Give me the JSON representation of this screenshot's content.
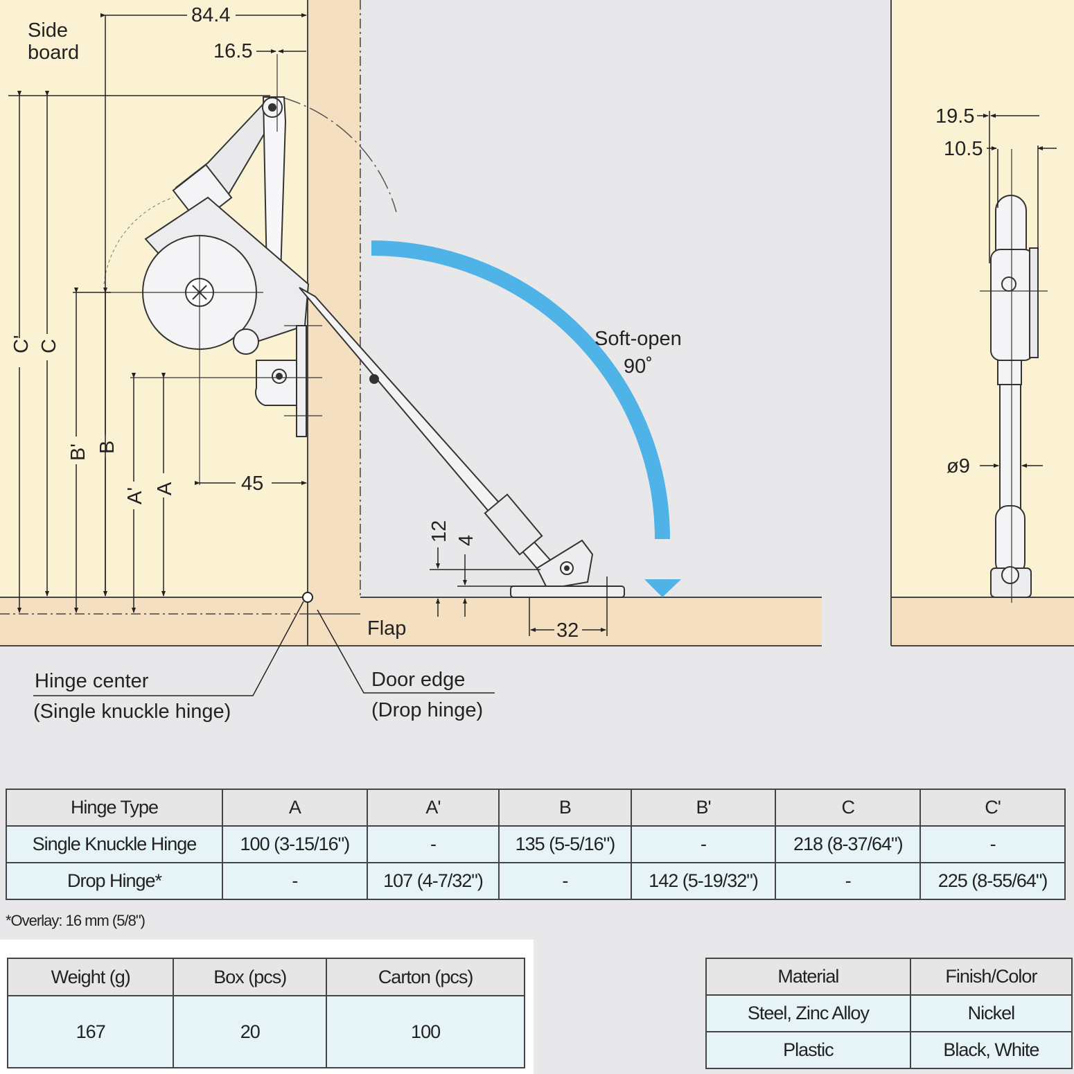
{
  "diagram": {
    "labels": {
      "side_board_line1": "Side",
      "side_board_line2": "board",
      "dim_84": "84.4",
      "dim_16": "16.5",
      "dim_45": "45",
      "dim_12": "12",
      "dim_4": "4",
      "dim_32": "32",
      "dim_19": "19.5",
      "dim_10": "10.5",
      "dim_9": "ø9",
      "c_prime": "C'",
      "c": "C",
      "b_prime": "B'",
      "b": "B",
      "a_prime": "A'",
      "a": "A",
      "soft_open_line1": "Soft-open",
      "soft_open_line2": "90˚",
      "flap": "Flap",
      "hinge_center_line1": "Hinge center",
      "hinge_center_line2": "(Single knuckle hinge)",
      "door_edge_line1": "Door edge",
      "door_edge_line2": "(Drop hinge)"
    },
    "colors": {
      "panel": "#fbf1d3",
      "board": "#f5dfc1",
      "background": "#e8e8ea",
      "arrow": "#4fb3e8"
    }
  },
  "dims_table": {
    "headers": [
      "Hinge Type",
      "A",
      "A'",
      "B",
      "B'",
      "C",
      "C'"
    ],
    "rows": [
      [
        "Single Knuckle Hinge",
        "100 (3-15/16\")",
        "-",
        "135 (5-5/16\")",
        "-",
        "218 (8-37/64\")",
        "-"
      ],
      [
        "Drop Hinge*",
        "-",
        "107 (4-7/32\")",
        "-",
        "142 (5-19/32\")",
        "-",
        "225 (8-55/64\")"
      ]
    ]
  },
  "footnote": "*Overlay: 16 mm (5/8\")",
  "pack_table": {
    "headers": [
      "Weight (g)",
      "Box (pcs)",
      "Carton (pcs)"
    ],
    "row": [
      "167",
      "20",
      "100"
    ]
  },
  "material_table": {
    "headers": [
      "Material",
      "Finish/Color"
    ],
    "rows": [
      [
        "Steel, Zinc Alloy",
        "Nickel"
      ],
      [
        "Plastic",
        "Black, White"
      ]
    ]
  }
}
